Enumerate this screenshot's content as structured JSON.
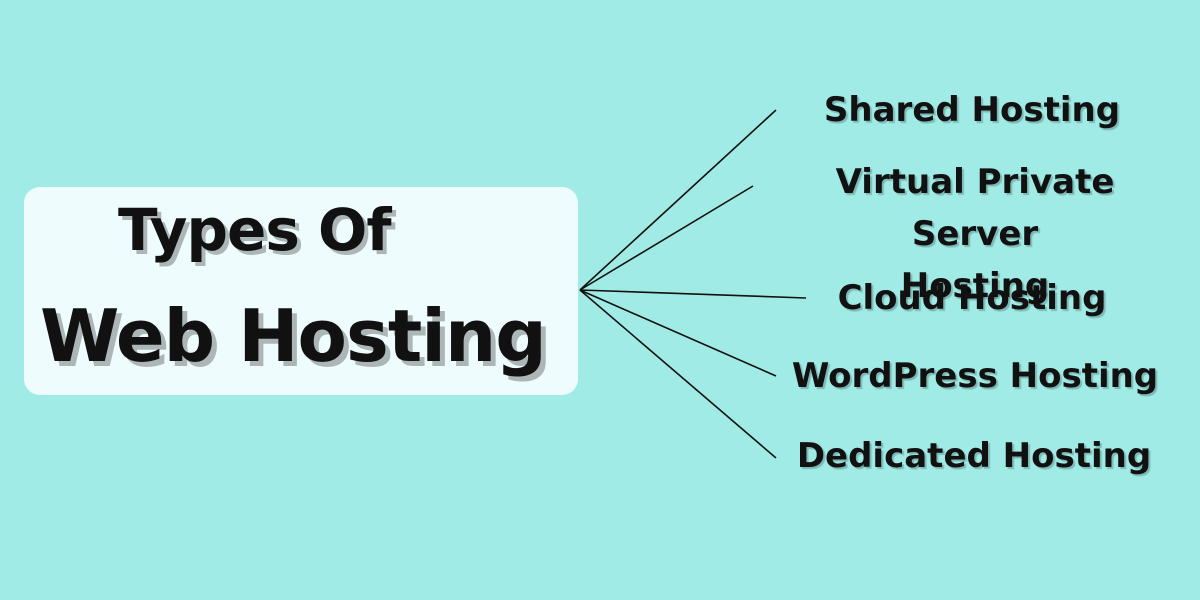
{
  "colors": {
    "background": "#a0ebe6",
    "title_box": "#effcfd",
    "text": "#111111",
    "connector": "#111111"
  },
  "title": {
    "line1": "Types Of",
    "line2": "Web Hosting"
  },
  "items": [
    {
      "label": "Shared Hosting"
    },
    {
      "label": "Virtual Private Server\nHosting"
    },
    {
      "label": "Cloud Hosting"
    },
    {
      "label": "WordPress Hosting"
    },
    {
      "label": "Dedicated Hosting"
    }
  ]
}
